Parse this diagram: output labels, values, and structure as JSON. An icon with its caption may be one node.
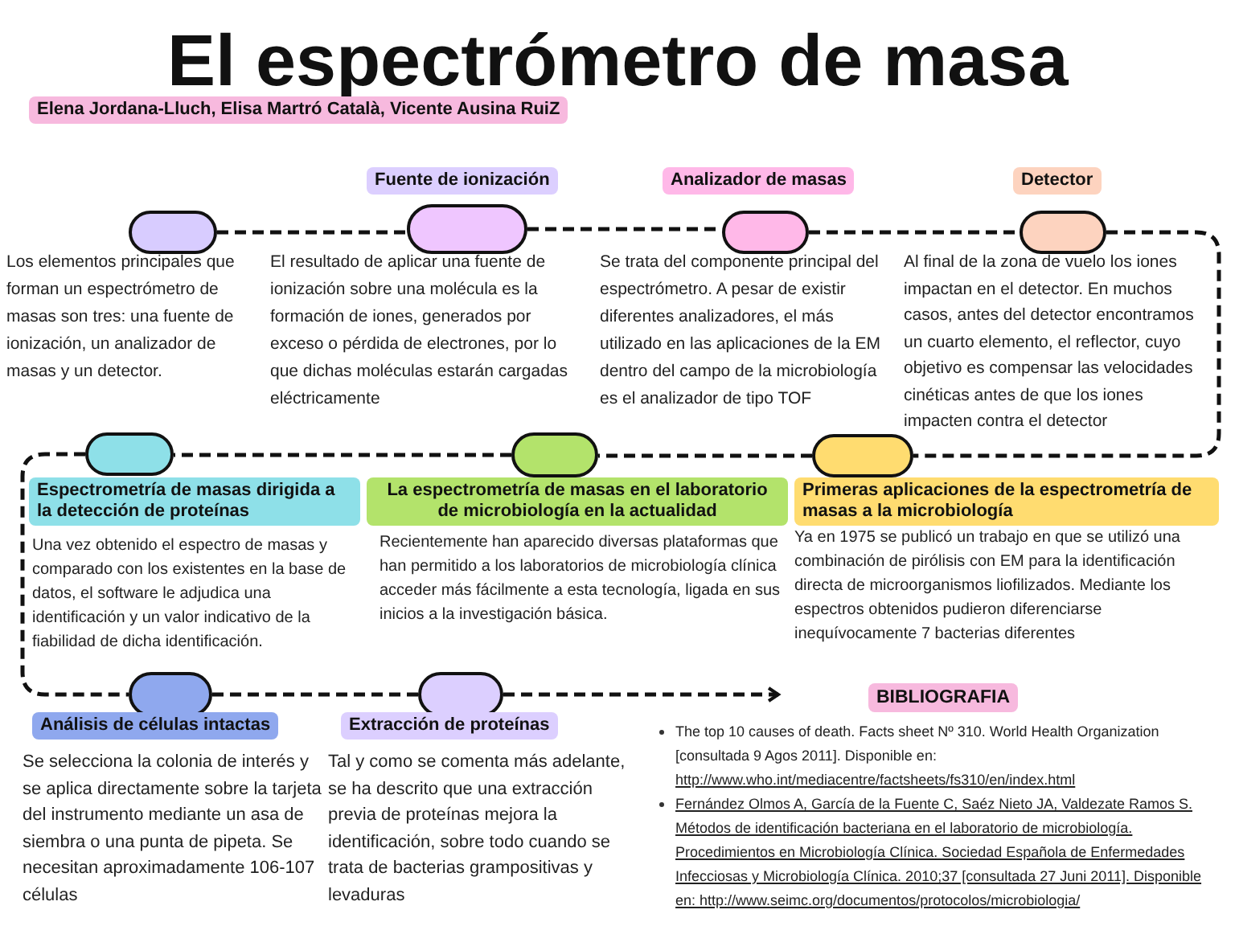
{
  "diagram": {
    "title": "El espectrómetro de masa",
    "nodes": [
      {
        "text": [],
        "shape": "pill",
        "beside": [
          "Los elementos principales que forman un espectrómetro de masas son tres: una fuente de ionización, un analizador de masas y un detector."
        ]
      },
      {
        "text": [],
        "shape": "pill",
        "beside": [
          "Fuente de ionización",
          "El resultado de aplicar una fuente de ionización sobre una molécula es la formación de iones, generados por exceso o pérdida de electrones, por lo que dichas moléculas estarán cargadas eléctricamente"
        ]
      },
      {
        "text": [],
        "shape": "pill",
        "beside": [
          "Analizador de masas",
          "Se trata del componente principal del espectrómetro. A pesar de existir diferentes analizadores, el más utilizado en las aplicaciones de la EM dentro del campo de la microbiología es el analizador de tipo TOF"
        ]
      },
      {
        "text": [],
        "shape": "pill",
        "beside": [
          "Detector",
          "Al final de la zona de vuelo los iones impactan en el detector. En muchos casos, antes del detector encontramos un cuarto elemento, el reflector, cuyo objetivo es compensar las velocidades cinéticas antes de que los iones impacten contra el detector"
        ]
      },
      {
        "text": [],
        "shape": "pill",
        "beside": [
          "Espectrometría de masas dirigida a la detección de proteínas",
          "Una vez obtenido el espectro de masas y comparado con los existentes en la base de datos, el software le adjudica una identificación y un valor indicativo de la fiabilidad de dicha identificación."
        ]
      },
      {
        "text": [],
        "shape": "pill",
        "beside": [
          "La espectrometría de masas en el laboratorio de microbiología en la actualidad",
          "Recientemente han aparecido diversas plataformas que han permitido a los laboratorios de microbiología clínica acceder más fácilmente a esta tecnología, ligada en sus inicios a la investigación básica."
        ]
      },
      {
        "text": [],
        "shape": "pill",
        "beside": [
          "Primeras aplicaciones de la espectrometría de masas a la microbiología",
          "Ya en 1975 se publicó un trabajo en que se utilizó una combinación de pirólisis con EM para la identificación directa de microorganismos liofilizados. Mediante los espectros obtenidos pudieron diferenciarse inequívocamente 7 bacterias diferentes"
        ]
      },
      {
        "text": [],
        "shape": "pill",
        "beside": [
          "Análisis de células intactas",
          "Se selecciona la colonia de interés y se aplica directamente sobre la tarjeta del instrumento mediante un asa de siembra o una punta de pipeta. Se necesitan aproximadamente 106-107 células"
        ]
      },
      {
        "text": [],
        "shape": "pill",
        "beside": [
          "Extracción de proteínas",
          "Tal y como se comenta más adelante, se ha descrito que una extracción previa de proteínas mejora la identificación, sobre todo cuando se trata de bacterias grampositivas y levaduras"
        ]
      }
    ],
    "edges": [
      {
        "from": 0,
        "to": 1,
        "arrow": "none",
        "style": "dashed"
      },
      {
        "from": 1,
        "to": 2,
        "arrow": "none",
        "style": "dashed"
      },
      {
        "from": 2,
        "to": 3,
        "arrow": "none",
        "style": "dashed"
      },
      {
        "from": 3,
        "to": 6,
        "arrow": "none",
        "style": "dashed"
      },
      {
        "from": 6,
        "to": 5,
        "arrow": "none",
        "style": "dashed"
      },
      {
        "from": 5,
        "to": 4,
        "arrow": "none",
        "style": "dashed"
      },
      {
        "from": 4,
        "to": 7,
        "arrow": "none",
        "style": "dashed"
      },
      {
        "from": 7,
        "to": 8,
        "arrow": "none",
        "style": "dashed"
      },
      {
        "from": 8,
        "to": null,
        "arrow": "to",
        "style": "dashed"
      }
    ],
    "labels": [
      "Elena Jordana-Lluch, Elisa Martró Català, Vicente Ausina RuiZ",
      "BIBLIOGRAFIA",
      "The top 10 causes of death. Facts sheet Nº 310. World Health Organization [consultada 9 Agos 2011]. Disponible en:",
      "http://www.who.int/mediacentre/factsheets/fs310/en/index.html",
      "Fernández Olmos A, García de la Fuente C, Saéz Nieto JA, Valdezate Ramos S. Métodos de identificación bacteriana en el laboratorio de microbiología. Procedimientos en Microbiología Clínica. Sociedad Española de Enfermedades Infecciosas y Microbiología Clínica. 2010;37 [consultada 27 Juni 2011]. Disponible en: http://www.seimc.org/documentos/protocolos/microbiologia/"
    ]
  }
}
